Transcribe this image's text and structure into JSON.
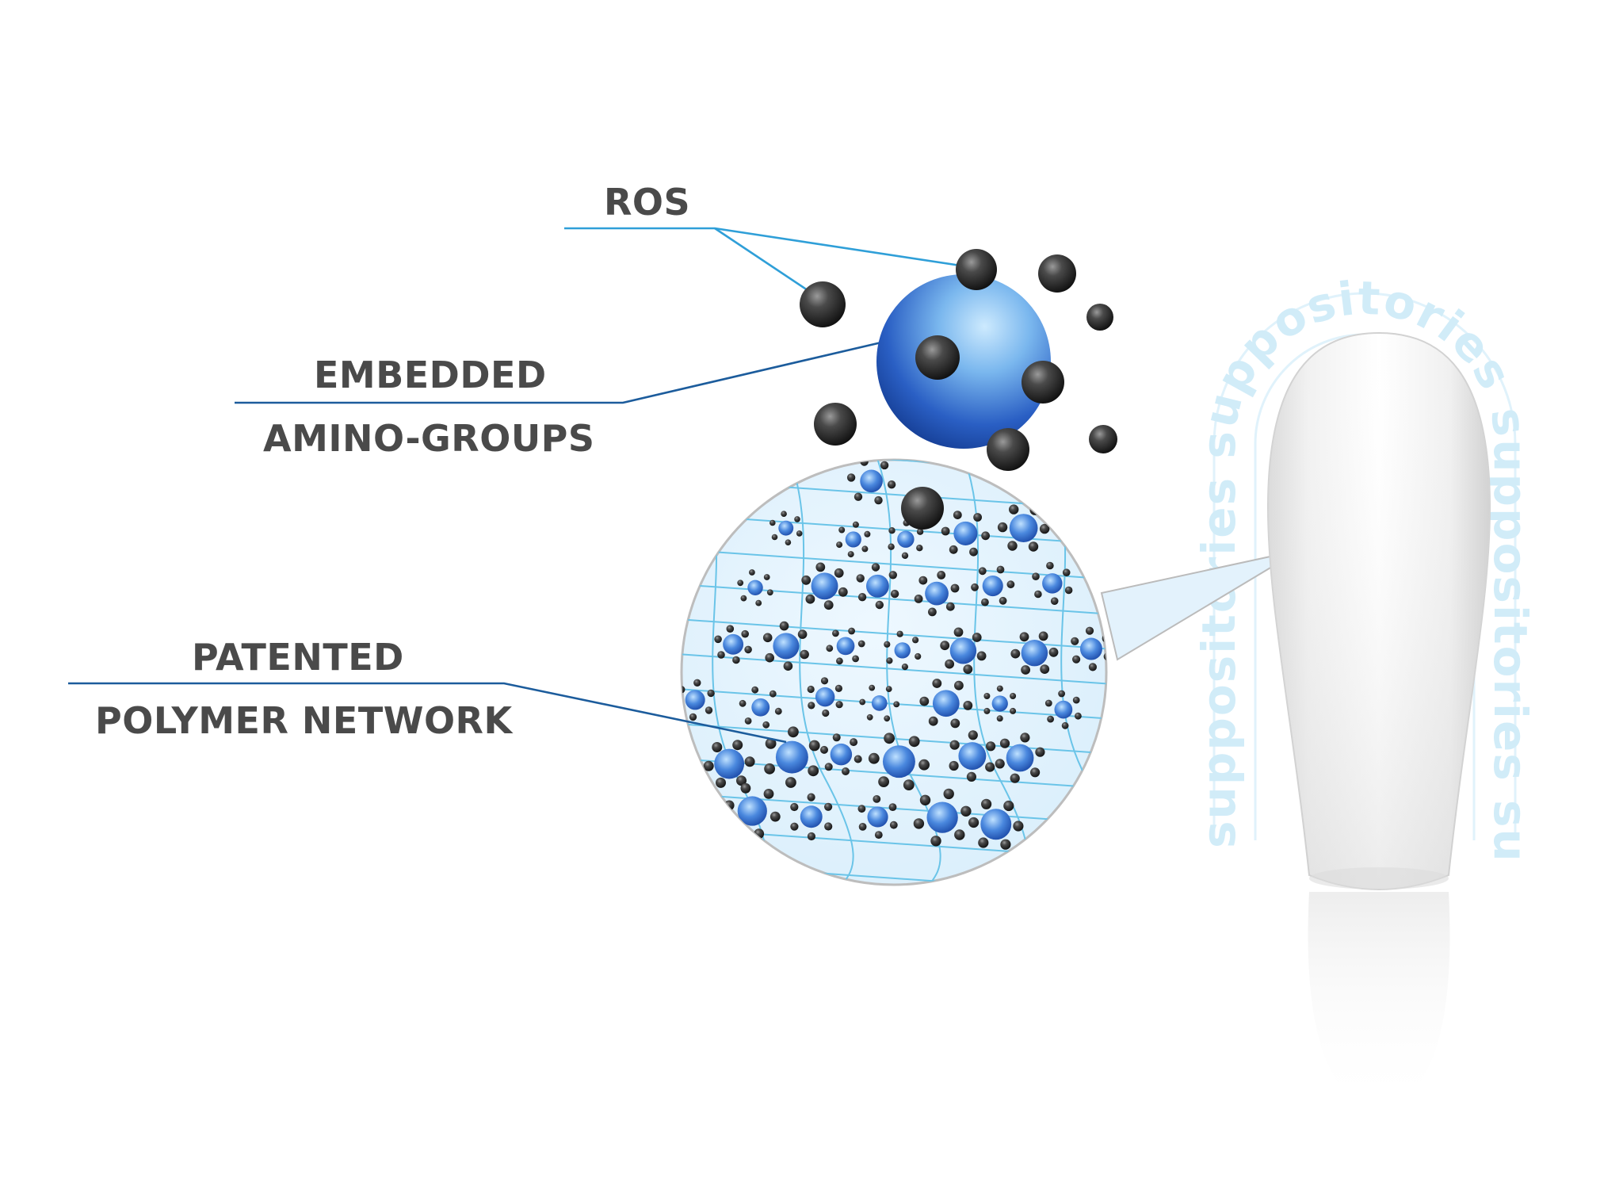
{
  "labels": {
    "ros": "ROS",
    "embedded_line1": "EMBEDDED",
    "embedded_line2": "AMINO-GROUPS",
    "patented_line1": "PATENTED",
    "patented_line2": "POLYMER NETWORK"
  },
  "watermark": {
    "arc_text": "suppositories suppositories suppositories suppositories"
  },
  "colors": {
    "label_text": "#4a4a4a",
    "leader_dark": "#1c5c9c",
    "leader_light": "#2f9fd8",
    "network_fill": "#e3f2fc",
    "network_line": "#63c2e6",
    "molecule_blue": "#2d63c4",
    "ros_gray": "#2b2b2b",
    "watermark": "#cdeaf8"
  },
  "icons": {
    "large_molecule": "amino-group-sphere-icon",
    "ros_particle": "ros-particle-icon",
    "network": "polymer-network-icon",
    "suppository": "suppository-icon"
  }
}
